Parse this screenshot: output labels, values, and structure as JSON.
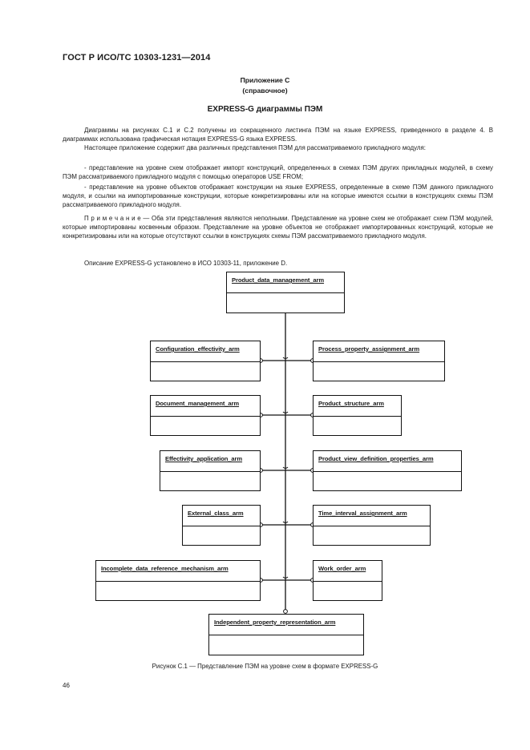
{
  "header": {
    "standard": "ГОСТ Р ИСО/ТС 10303-1231—2014"
  },
  "annex": {
    "title": "Приложение С",
    "subtitle": "(справочное)",
    "heading": "EXPRESS-G диаграммы ПЭМ"
  },
  "paragraphs": [
    "Диаграммы на рисунках С.1 и С.2 получены из сокращенного листинга ПЭМ на языке EXPRESS, приведенного в разделе 4. В диаграммах использована графическая нотация EXPRESS-G языка EXPRESS.",
    "Настоящее приложение содержит два различных представления ПЭМ для рассматриваемого прикладного модуля:",
    "- представление на уровне схем отображает импорт конструкций, определенных в схемах ПЭМ других прикладных модулей, в схему ПЭМ рассматриваемого прикладного модуля с помощью операторов USE FROM;",
    "- представление на уровне объектов отображает конструкции на языке EXPRESS, определенные в схеме ПЭМ данного прикладного модуля, и ссылки на импортированные конструкции, которые конкретизированы или на которые имеются ссылки в конструкциях схемы ПЭМ рассматриваемого прикладного модуля.",
    "П р и м е ч а н и е — Оба эти представления являются неполными. Представление на уровне схем не отображает схем ПЭМ модулей, которые импортированы косвенным образом. Представление на уровне объектов не отображает импортированных конструкций, которые не конкретизированы или на которые отсутствуют ссылки в конструкциях схемы ПЭМ рассматриваемого прикладного модуля.",
    "Описание EXPRESS-G установлено в ИСО 10303-11, приложение D."
  ],
  "diagram": {
    "top_schema": "Product_data_management_arm",
    "left_schemas": [
      "Configuration_effectivity_arm",
      "Document_management_arm",
      "Effectivity_application_arm",
      "External_class_arm",
      "Incomplete_data_reference_mechanism_arm"
    ],
    "right_schemas": [
      "Process_property_assignment_arm",
      "Product_structure_arm",
      "Product_view_definition_properties_arm",
      "Time_interval_assignment_arm",
      "Work_order_arm"
    ],
    "bottom_schema": "Independent_property_representation_arm"
  },
  "caption": "Рисунок С.1 — Представление ПЭМ на уровне схем в формате EXPRESS-G",
  "page_number": "46"
}
